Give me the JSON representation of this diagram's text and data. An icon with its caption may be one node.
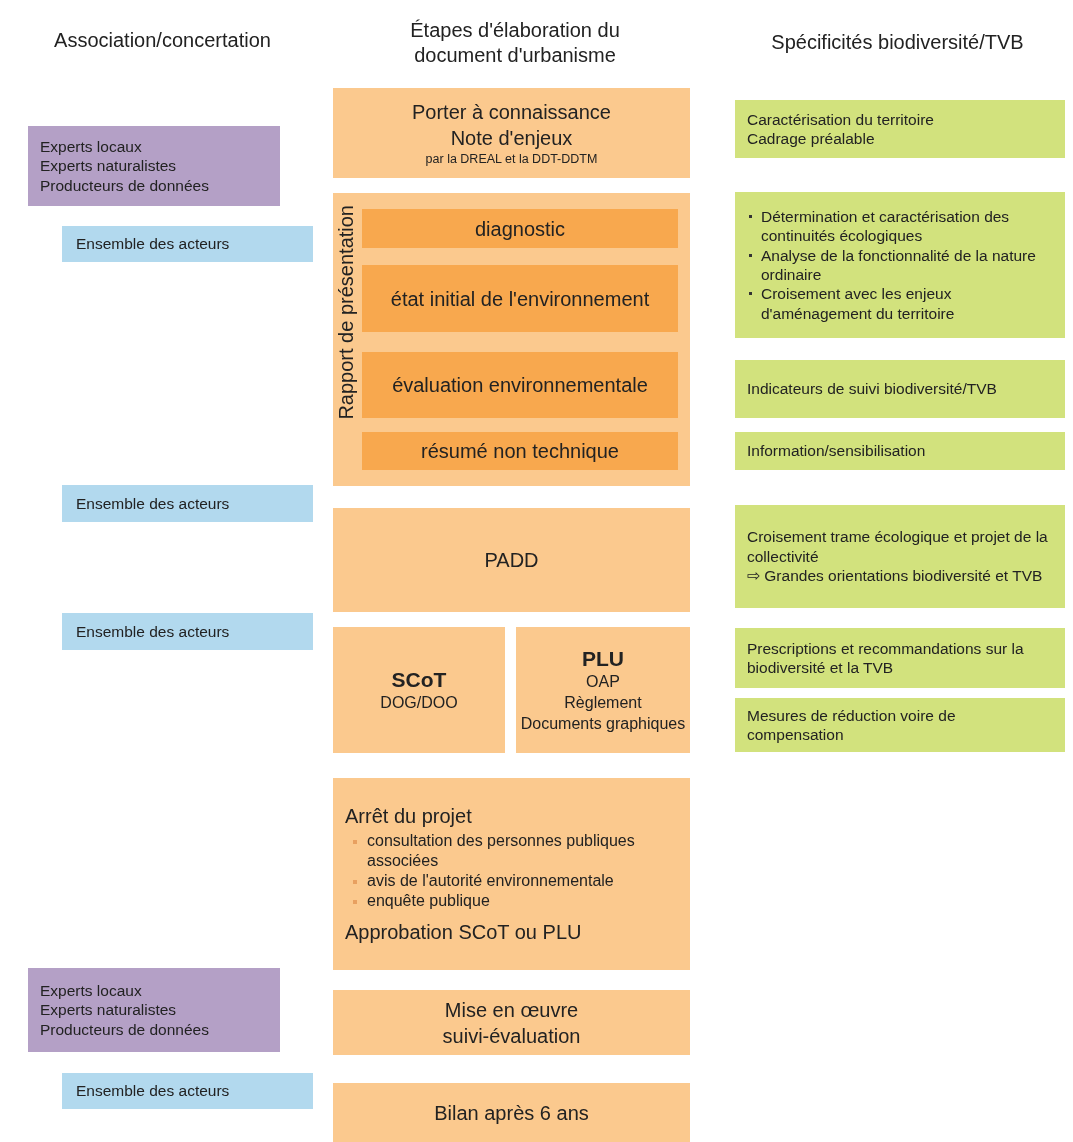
{
  "diagram": {
    "nodes": [
      {
        "text": [
          "Experts locaux",
          "Experts naturalistes",
          "Producteurs de données"
        ]
      },
      {
        "text": [
          "Porter à connaissance",
          "Note d'enjeux",
          "par la DREAL et la DDT-DDTM"
        ]
      },
      {
        "text": [
          "Caractérisation du territoire",
          "Cadrage préalable"
        ]
      },
      {
        "text": [
          "Ensemble des acteurs"
        ]
      },
      {
        "text": [
          "Rapport de présentation"
        ]
      },
      {
        "text": [
          "diagnostic"
        ],
        "in": 4
      },
      {
        "text": [
          "état initial de l'environnement"
        ],
        "in": 4
      },
      {
        "text": [
          "évaluation environnementale"
        ],
        "in": 4
      },
      {
        "text": [
          "résumé non technique"
        ],
        "in": 4
      },
      {
        "text": [
          "Détermination et caractérisation des continuités écologiques",
          "Analyse de la fonctionnalité de la nature ordinaire",
          "Croisement avec les enjeux d'aménagement du territoire"
        ]
      },
      {
        "text": [
          "Indicateurs de suivi biodiversité/TVB"
        ]
      },
      {
        "text": [
          "Information/sensibilisation"
        ]
      },
      {
        "text": [
          "Ensemble des acteurs"
        ]
      },
      {
        "text": [
          "PADD"
        ]
      },
      {
        "text": [
          "Croisement trame écologique et projet de la collectivité",
          "⇨ Grandes orientations biodiversité et TVB"
        ]
      },
      {
        "text": [
          "Ensemble des acteurs"
        ]
      },
      {
        "text": [
          "SCoT",
          "DOG/DOO"
        ]
      },
      {
        "text": [
          "PLU",
          "OAP",
          "Règlement",
          "Documents graphiques"
        ]
      },
      {
        "text": [
          "Prescriptions et recommandations sur la biodiversité et la TVB"
        ]
      },
      {
        "text": [
          "Mesures de réduction voire de compensation"
        ]
      },
      {
        "text": [
          "Arrêt du projet",
          "consultation des personnes publiques associées",
          "avis de l'autorité environnementale",
          "enquête publique",
          "Approbation SCoT ou PLU"
        ]
      },
      {
        "text": [
          "Experts locaux",
          "Experts naturalistes",
          "Producteurs de données"
        ]
      },
      {
        "text": [
          "Mise en œuvre",
          "suivi-évaluation"
        ]
      },
      {
        "text": [
          "Ensemble des acteurs"
        ]
      },
      {
        "text": [
          "Bilan après 6 ans"
        ]
      }
    ],
    "edges": [],
    "labels": [
      "Association/concertation",
      "Étapes d'élaboration du document d'urbanisme",
      "Spécificités biodiversité/TVB"
    ]
  }
}
